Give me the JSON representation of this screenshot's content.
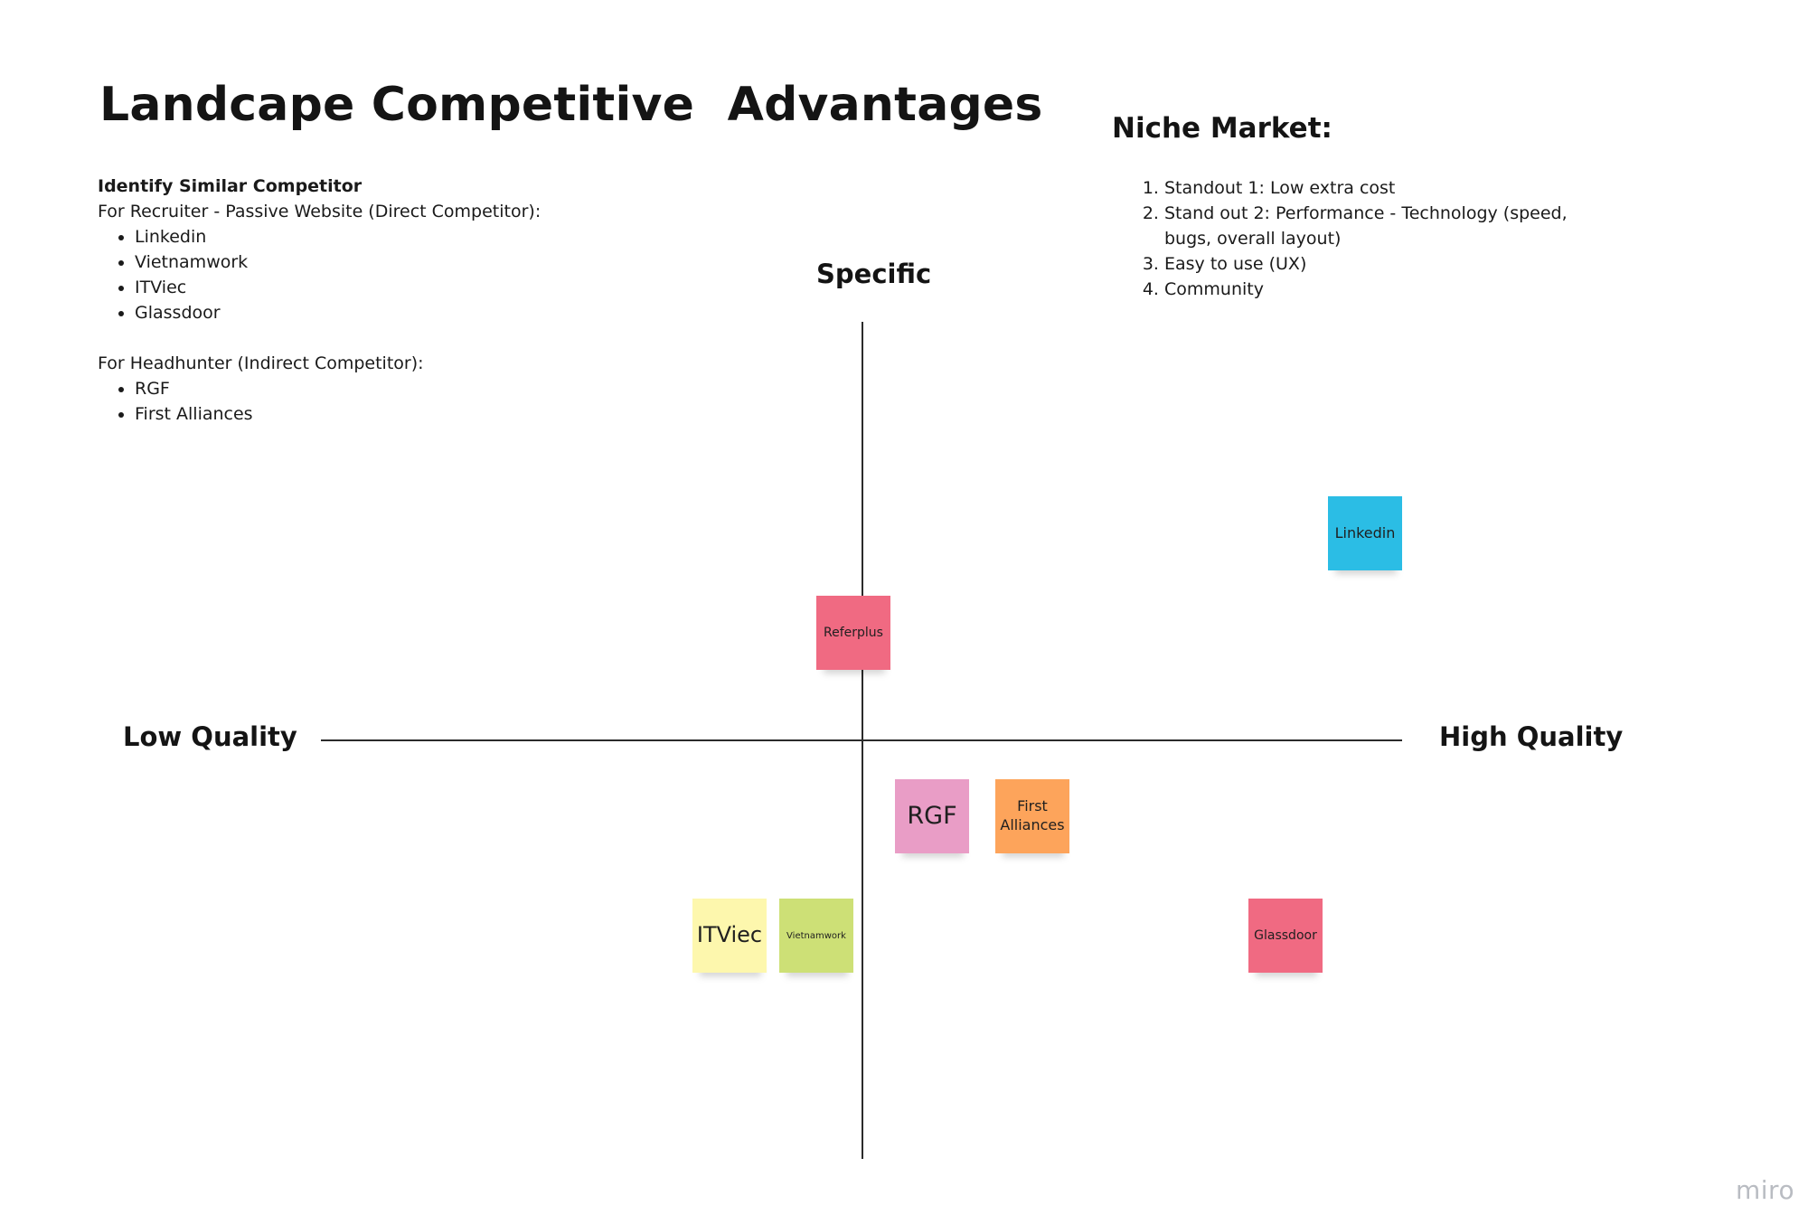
{
  "title": "Landcape Competitive  Advantages",
  "competitors": {
    "heading": "Identify Similar Competitor",
    "direct_label": "For Recruiter - Passive Website (Direct Competitor):",
    "direct": [
      "Linkedin",
      "Vietnamwork",
      "ITViec",
      "Glassdoor"
    ],
    "indirect_label": "For Headhunter (Indirect Competitor):",
    "indirect": [
      "RGF",
      "First Alliances"
    ]
  },
  "niche": {
    "title": "Niche Market:",
    "items": [
      "Standout 1: Low extra cost",
      "Stand out 2: Performance  - Technology (speed, bugs, overall layout)",
      "Easy to use (UX)",
      "Community"
    ]
  },
  "axes": {
    "top": "Specific",
    "left": "Low Quality",
    "right": "High Quality"
  },
  "notes": [
    {
      "label": "Linkedin",
      "color": "#2bbde5"
    },
    {
      "label": "Referplus",
      "color": "#f06a82"
    },
    {
      "label": "RGF",
      "color": "#e99dc6"
    },
    {
      "label": "First Alliances",
      "color": "#fda45b"
    },
    {
      "label": "ITViec",
      "color": "#fdf7ad"
    },
    {
      "label": "Vietnamwork",
      "color": "#cde076"
    },
    {
      "label": "Glassdoor",
      "color": "#f06a82"
    }
  ],
  "watermark": "miro"
}
